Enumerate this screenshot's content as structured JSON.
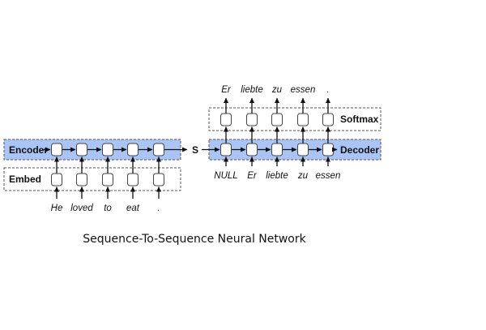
{
  "caption": "Sequence-To-Sequence Neural Network",
  "encoder_label": "Encoder",
  "embed_label": "Embed",
  "state_label": "S",
  "decoder_label": "Decoder",
  "softmax_label": "Softmax",
  "input_words": [
    "He",
    "loved",
    "to",
    "eat",
    "."
  ],
  "decoder_inputs": [
    "NULL",
    "Er",
    "liebte",
    "zu",
    "essen"
  ],
  "output_words": [
    "Er",
    "liebte",
    "zu",
    "essen",
    "."
  ],
  "colors": {
    "highlight": "#a9c4f5",
    "cell_border": "#444444",
    "dashed_border": "#555555",
    "arrow": "#111111"
  }
}
